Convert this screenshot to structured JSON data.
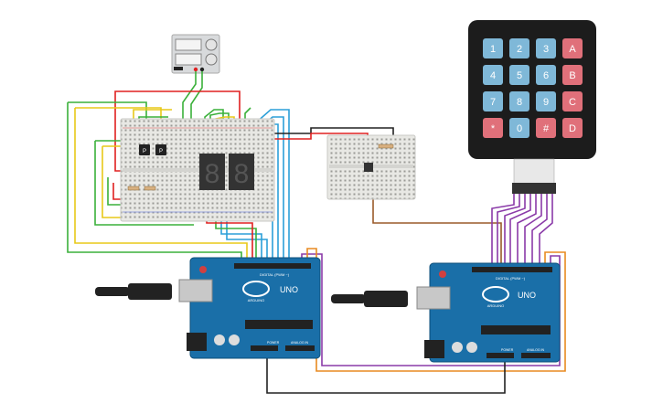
{
  "colors": {
    "board": "#1a6fa8",
    "board_edge": "#0e4f7a",
    "breadboard": "#e8e8e4",
    "keypad_body": "#1c1c1c",
    "key_blue": "#7fb8d8",
    "key_red": "#e0707a",
    "wire_red": "#e02020",
    "wire_green": "#3ab03a",
    "wire_yellow": "#e8c818",
    "wire_blue": "#2b9fd8",
    "wire_purple": "#8a3aa8",
    "wire_orange": "#e88a20",
    "wire_brown": "#9a5a2a",
    "wire_black": "#222222"
  },
  "keypad": {
    "keys": [
      "1",
      "2",
      "3",
      "A",
      "4",
      "5",
      "6",
      "B",
      "7",
      "8",
      "9",
      "C",
      "*",
      "0",
      "#",
      "D"
    ]
  },
  "arduino_left": {
    "logo": "ARDUINO",
    "model": "UNO",
    "digital_label": "DIGITAL (PWM ~)",
    "power_label": "POWER",
    "analog_label": "ANALOG IN"
  },
  "arduino_right": {
    "logo": "ARDUINO",
    "model": "UNO",
    "digital_label": "DIGITAL (PWM ~)",
    "power_label": "POWER",
    "analog_label": "ANALOG IN"
  },
  "seven_segment": {
    "left_display": [
      "8",
      "8"
    ]
  }
}
